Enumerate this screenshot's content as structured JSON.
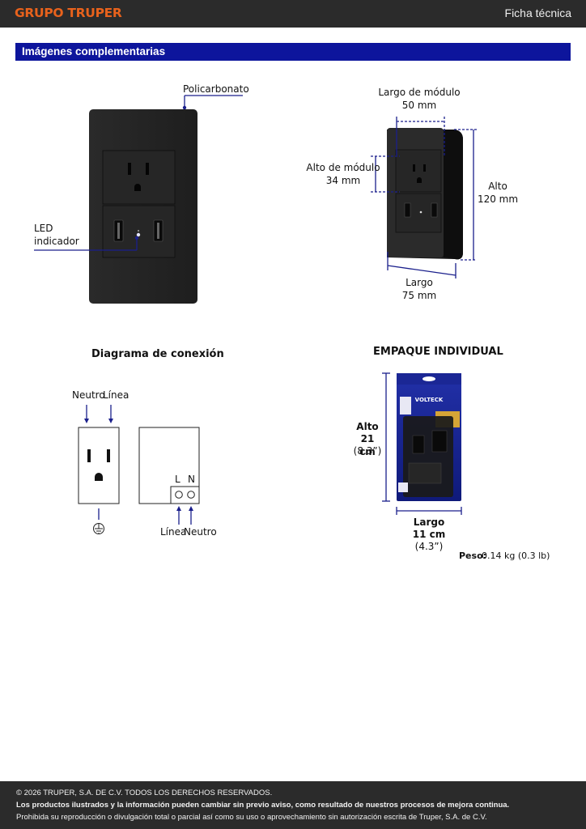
{
  "header": {
    "brand": "GRUPO TRUPER",
    "doc_type": "Ficha técnica"
  },
  "section": {
    "title": "Imágenes complementarias"
  },
  "product_front": {
    "label_material": "Policarbonato",
    "label_led_1": "LED",
    "label_led_2": "indicador"
  },
  "product_side": {
    "module_length_label": "Largo de módulo",
    "module_length_value": "50 mm",
    "module_height_label": "Alto de módulo",
    "module_height_value": "34 mm",
    "height_label": "Alto",
    "height_value": "120 mm",
    "length_label": "Largo",
    "length_value": "75 mm"
  },
  "wiring": {
    "title": "Diagrama de conexión",
    "neutral_top": "Neutro",
    "line_top": "Línea",
    "terminal_l": "L",
    "terminal_n": "N",
    "line_bottom": "Línea",
    "neutral_bottom": "Neutro"
  },
  "packaging": {
    "title": "EMPAQUE INDIVIDUAL",
    "height_label": "Alto",
    "height_cm": "21 cm",
    "height_in": "(8.3”)",
    "length_label": "Largo",
    "length_cm": "11 cm",
    "length_in": "(4.3”)",
    "weight_label": "Peso:",
    "weight_value": "0.14 kg (0.3 lb)",
    "brand_on_pack": "VOLTECK"
  },
  "footer": {
    "copyright": "© 2026 TRUPER, S.A. DE C.V. TODOS LOS DERECHOS RESERVADOS.",
    "notice": "Los productos ilustrados y la información pueden cambiar sin previo aviso, como resultado de nuestros procesos de mejora continua.",
    "legal": "Prohibida su reproducción o divulgación total o parcial así como su uso o aprovechamiento sin autorización escrita de Truper, S.A. de C.V."
  },
  "colors": {
    "header_bg": "#2b2b2b",
    "brand": "#e8621c",
    "section_bar": "#0d159c",
    "dimension_lines": "#1a1f8c"
  }
}
